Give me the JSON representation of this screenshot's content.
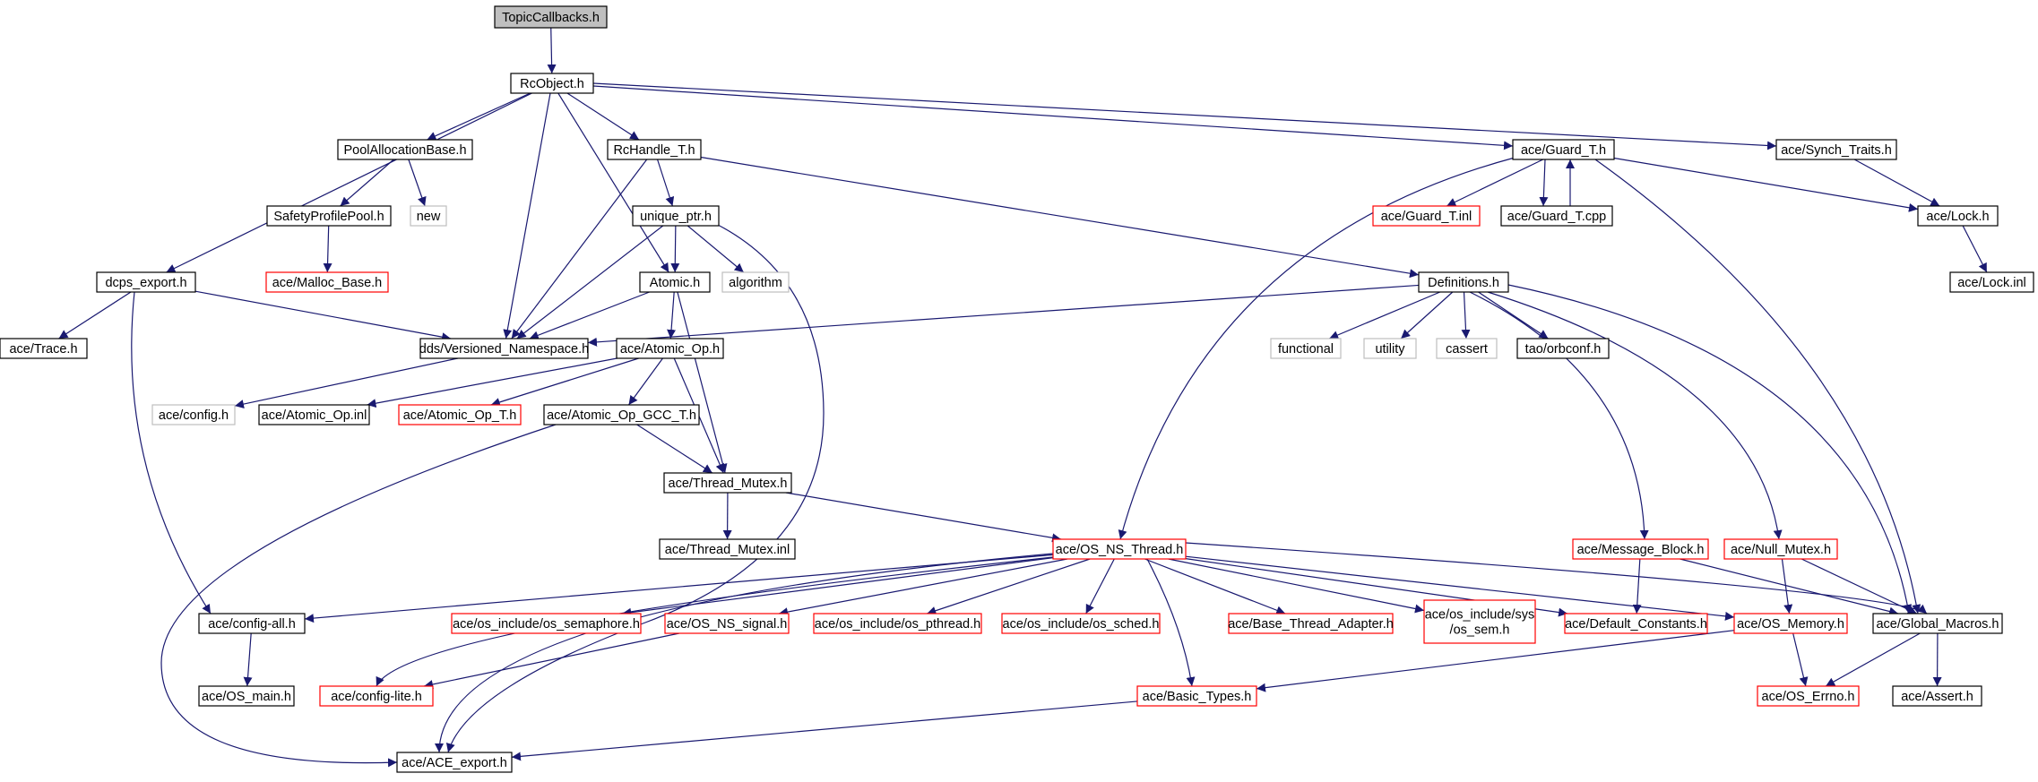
{
  "colors": {
    "edge": "#191970",
    "box_default": "#000000",
    "box_truncated": "#ff0000",
    "box_external": "#bfbfbf",
    "box_root_fill": "#bfbfbf",
    "text": "#000000"
  },
  "nodes": [
    {
      "id": "topiccallbacks",
      "label": "TopicCallbacks.h",
      "style": "root"
    },
    {
      "id": "rcobject",
      "label": "RcObject.h",
      "style": "default"
    },
    {
      "id": "poolallocationbase",
      "label": "PoolAllocationBase.h",
      "style": "default"
    },
    {
      "id": "rchandle_t",
      "label": "RcHandle_T.h",
      "style": "default"
    },
    {
      "id": "guard_t_h",
      "label": "ace/Guard_T.h",
      "style": "default"
    },
    {
      "id": "synch_traits",
      "label": "ace/Synch_Traits.h",
      "style": "default"
    },
    {
      "id": "safetyprofilepool",
      "label": "SafetyProfilePool.h",
      "style": "default"
    },
    {
      "id": "new",
      "label": "new",
      "style": "external"
    },
    {
      "id": "unique_ptr",
      "label": "unique_ptr.h",
      "style": "default"
    },
    {
      "id": "guard_t_inl",
      "label": "ace/Guard_T.inl",
      "style": "truncated"
    },
    {
      "id": "guard_t_cpp",
      "label": "ace/Guard_T.cpp",
      "style": "default"
    },
    {
      "id": "lock_h",
      "label": "ace/Lock.h",
      "style": "default"
    },
    {
      "id": "malloc_base",
      "label": "ace/Malloc_Base.h",
      "style": "truncated"
    },
    {
      "id": "dcps_export",
      "label": "dcps_export.h",
      "style": "default"
    },
    {
      "id": "atomic_h",
      "label": "Atomic.h",
      "style": "default"
    },
    {
      "id": "algorithm",
      "label": "algorithm",
      "style": "external"
    },
    {
      "id": "definitions",
      "label": "Definitions.h",
      "style": "default"
    },
    {
      "id": "lock_inl",
      "label": "ace/Lock.inl",
      "style": "default"
    },
    {
      "id": "trace_h",
      "label": "ace/Trace.h",
      "style": "default"
    },
    {
      "id": "versioned_namespace",
      "label": "dds/Versioned_Namespace.h",
      "style": "default"
    },
    {
      "id": "atomic_op_h",
      "label": "ace/Atomic_Op.h",
      "style": "default"
    },
    {
      "id": "functional",
      "label": "functional",
      "style": "external"
    },
    {
      "id": "utility",
      "label": "utility",
      "style": "external"
    },
    {
      "id": "cassert",
      "label": "cassert",
      "style": "external"
    },
    {
      "id": "orbconf",
      "label": "tao/orbconf.h",
      "style": "default"
    },
    {
      "id": "config_h",
      "label": "ace/config.h",
      "style": "external"
    },
    {
      "id": "atomic_op_inl",
      "label": "ace/Atomic_Op.inl",
      "style": "default"
    },
    {
      "id": "atomic_op_t",
      "label": "ace/Atomic_Op_T.h",
      "style": "truncated"
    },
    {
      "id": "atomic_op_gcc_t",
      "label": "ace/Atomic_Op_GCC_T.h",
      "style": "default"
    },
    {
      "id": "thread_mutex_h",
      "label": "ace/Thread_Mutex.h",
      "style": "default"
    },
    {
      "id": "thread_mutex_inl",
      "label": "ace/Thread_Mutex.inl",
      "style": "default"
    },
    {
      "id": "os_ns_thread",
      "label": "ace/OS_NS_Thread.h",
      "style": "truncated"
    },
    {
      "id": "message_block",
      "label": "ace/Message_Block.h",
      "style": "truncated"
    },
    {
      "id": "null_mutex",
      "label": "ace/Null_Mutex.h",
      "style": "truncated"
    },
    {
      "id": "config_all",
      "label": "ace/config-all.h",
      "style": "default"
    },
    {
      "id": "os_semaphore",
      "label": "ace/os_include/os_semaphore.h",
      "style": "truncated"
    },
    {
      "id": "os_ns_signal",
      "label": "ace/OS_NS_signal.h",
      "style": "truncated"
    },
    {
      "id": "os_pthread",
      "label": "ace/os_include/os_pthread.h",
      "style": "truncated"
    },
    {
      "id": "os_sched",
      "label": "ace/os_include/os_sched.h",
      "style": "truncated"
    },
    {
      "id": "base_thread_adapter",
      "label": "ace/Base_Thread_Adapter.h",
      "style": "truncated"
    },
    {
      "id": "os_sem",
      "label": "ace/os_include/sys\n/os_sem.h",
      "style": "truncated"
    },
    {
      "id": "default_constants",
      "label": "ace/Default_Constants.h",
      "style": "truncated"
    },
    {
      "id": "os_memory",
      "label": "ace/OS_Memory.h",
      "style": "truncated"
    },
    {
      "id": "global_macros",
      "label": "ace/Global_Macros.h",
      "style": "default"
    },
    {
      "id": "os_main",
      "label": "ace/OS_main.h",
      "style": "default"
    },
    {
      "id": "config_lite",
      "label": "ace/config-lite.h",
      "style": "truncated"
    },
    {
      "id": "basic_types",
      "label": "ace/Basic_Types.h",
      "style": "truncated"
    },
    {
      "id": "os_errno",
      "label": "ace/OS_Errno.h",
      "style": "truncated"
    },
    {
      "id": "assert_h",
      "label": "ace/Assert.h",
      "style": "default"
    },
    {
      "id": "ace_export",
      "label": "ace/ACE_export.h",
      "style": "default"
    }
  ],
  "edges": [
    [
      "topiccallbacks",
      "rcobject"
    ],
    [
      "rcobject",
      "poolallocationbase"
    ],
    [
      "rcobject",
      "rchandle_t"
    ],
    [
      "rcobject",
      "guard_t_h"
    ],
    [
      "rcobject",
      "synch_traits"
    ],
    [
      "rcobject",
      "dcps_export"
    ],
    [
      "rcobject",
      "versioned_namespace"
    ],
    [
      "rcobject",
      "atomic_h"
    ],
    [
      "poolallocationbase",
      "safetyprofilepool"
    ],
    [
      "poolallocationbase",
      "new"
    ],
    [
      "safetyprofilepool",
      "malloc_base"
    ],
    [
      "rchandle_t",
      "unique_ptr"
    ],
    [
      "rchandle_t",
      "versioned_namespace"
    ],
    [
      "rchandle_t",
      "definitions"
    ],
    [
      "unique_ptr",
      "atomic_h"
    ],
    [
      "unique_ptr",
      "algorithm"
    ],
    [
      "unique_ptr",
      "versioned_namespace"
    ],
    [
      "unique_ptr",
      "ace_export"
    ],
    [
      "guard_t_h",
      "guard_t_inl"
    ],
    [
      "guard_t_h",
      "guard_t_cpp"
    ],
    [
      "guard_t_cpp",
      "guard_t_h"
    ],
    [
      "guard_t_h",
      "lock_h"
    ],
    [
      "guard_t_h",
      "global_macros"
    ],
    [
      "guard_t_h",
      "os_ns_thread"
    ],
    [
      "synch_traits",
      "lock_h"
    ],
    [
      "lock_h",
      "lock_inl"
    ],
    [
      "dcps_export",
      "trace_h"
    ],
    [
      "dcps_export",
      "versioned_namespace"
    ],
    [
      "dcps_export",
      "config_all"
    ],
    [
      "atomic_h",
      "versioned_namespace"
    ],
    [
      "atomic_h",
      "atomic_op_h"
    ],
    [
      "atomic_h",
      "thread_mutex_h"
    ],
    [
      "definitions",
      "versioned_namespace"
    ],
    [
      "definitions",
      "functional"
    ],
    [
      "definitions",
      "utility"
    ],
    [
      "definitions",
      "cassert"
    ],
    [
      "definitions",
      "orbconf"
    ],
    [
      "definitions",
      "message_block"
    ],
    [
      "definitions",
      "null_mutex"
    ],
    [
      "definitions",
      "global_macros"
    ],
    [
      "versioned_namespace",
      "config_h"
    ],
    [
      "atomic_op_h",
      "atomic_op_inl"
    ],
    [
      "atomic_op_h",
      "atomic_op_t"
    ],
    [
      "atomic_op_h",
      "atomic_op_gcc_t"
    ],
    [
      "atomic_op_h",
      "thread_mutex_h"
    ],
    [
      "atomic_op_gcc_t",
      "thread_mutex_h"
    ],
    [
      "atomic_op_gcc_t",
      "ace_export"
    ],
    [
      "thread_mutex_h",
      "thread_mutex_inl"
    ],
    [
      "thread_mutex_h",
      "os_ns_thread"
    ],
    [
      "os_ns_thread",
      "config_all"
    ],
    [
      "os_ns_thread",
      "os_semaphore"
    ],
    [
      "os_ns_thread",
      "os_ns_signal"
    ],
    [
      "os_ns_thread",
      "os_pthread"
    ],
    [
      "os_ns_thread",
      "os_sched"
    ],
    [
      "os_ns_thread",
      "base_thread_adapter"
    ],
    [
      "os_ns_thread",
      "os_sem"
    ],
    [
      "os_ns_thread",
      "default_constants"
    ],
    [
      "os_ns_thread",
      "os_memory"
    ],
    [
      "os_ns_thread",
      "global_macros"
    ],
    [
      "os_ns_thread",
      "basic_types"
    ],
    [
      "os_ns_thread",
      "config_lite"
    ],
    [
      "os_ns_thread",
      "ace_export"
    ],
    [
      "message_block",
      "default_constants"
    ],
    [
      "message_block",
      "global_macros"
    ],
    [
      "null_mutex",
      "os_memory"
    ],
    [
      "null_mutex",
      "global_macros"
    ],
    [
      "config_all",
      "os_main"
    ],
    [
      "os_ns_signal",
      "config_lite"
    ],
    [
      "os_memory",
      "os_errno"
    ],
    [
      "os_memory",
      "basic_types"
    ],
    [
      "global_macros",
      "os_errno"
    ],
    [
      "global_macros",
      "assert_h"
    ],
    [
      "basic_types",
      "ace_export"
    ]
  ]
}
